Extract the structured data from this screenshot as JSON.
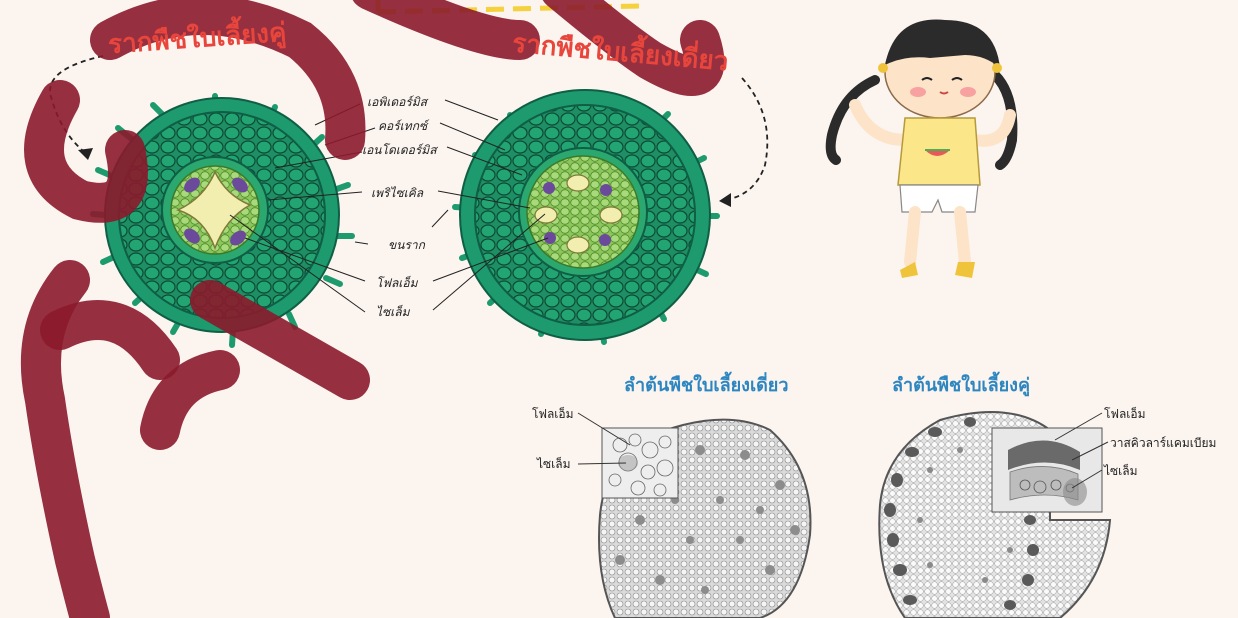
{
  "titles": {
    "dicot_root": "รากพืชใบเลี้ยงคู่",
    "monocot_root": "รากพืชใบเลี้ยงเดี่ยว",
    "monocot_stem": "ลำต้นพืชใบเลี้ยงเดี่ยว",
    "dicot_stem": "ลำต้นพืชใบเลี้ยงคู่"
  },
  "root_labels": {
    "epidermis": "เอพิเดอร์มิส",
    "cortex": "คอร์เทกซ์",
    "endodermis": "เอนโดเดอร์มิส",
    "pericycle": "เพริไซเคิล",
    "root_hair": "ขนราก",
    "phloem": "โฟลเอ็ม",
    "xylem": "ไซเล็ม"
  },
  "stem_labels": {
    "monocot_phloem": "โฟลเอ็ม",
    "monocot_xylem": "ไซเล็ม",
    "dicot_phloem": "โฟลเอ็ม",
    "dicot_cambium": "วาสคิวลาร์แคมเบียม",
    "dicot_xylem": "ไซเล็ม"
  },
  "colors": {
    "title_red": "#e8453c",
    "subtitle_blue": "#2e86c1",
    "watermark": "#8b1a2b",
    "root_outer": "#1d9b6e",
    "root_dark": "#0f5e45",
    "stele_green": "#9fd36b",
    "xylem_cream": "#f1eeb0",
    "phloem_purple": "#6b4a9c",
    "dashed_yellow": "#f4d13d"
  }
}
